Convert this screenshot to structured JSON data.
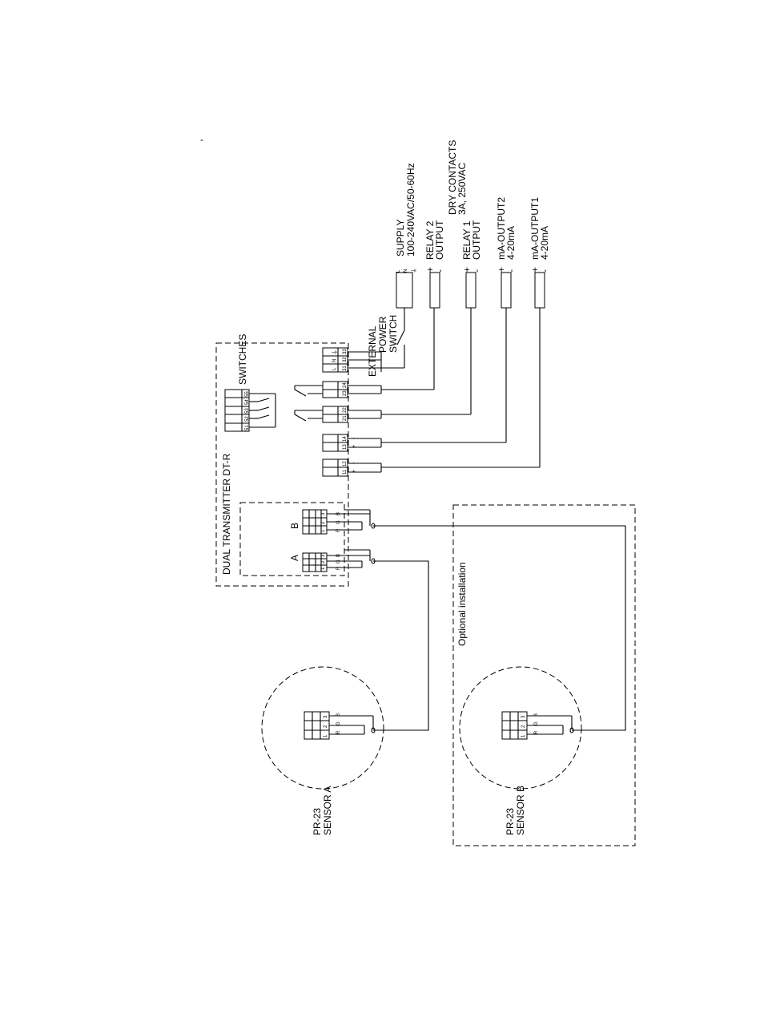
{
  "labels": {
    "dash_mark": "-",
    "transmitter": "DUAL TRANSMITTER DT-R",
    "switches": "SWITCHES",
    "input_a": "A",
    "input_b": "B",
    "optional": "Optional installation",
    "external_switch": [
      "EXTERNAL",
      "POWER",
      "SWITCH"
    ],
    "supply": [
      "SUPPLY",
      "100-240VAC/50-60Hz"
    ],
    "relay2": [
      "RELAY 2",
      "OUTPUT"
    ],
    "relay1": [
      "RELAY 1",
      "OUTPUT"
    ],
    "dry_contacts": [
      "DRY CONTACTS",
      "3A, 250VAC"
    ],
    "ma_output2": [
      "mA-OUTPUT2",
      "4-20mA"
    ],
    "ma_output1": [
      "mA-OUTPUT1",
      "4-20mA"
    ],
    "sensor_a": [
      "PR-23",
      "SENSOR  A"
    ],
    "sensor_b": [
      "PR-23",
      "SENSOR  B"
    ],
    "supply_pins": [
      "L",
      "N",
      "⏚"
    ],
    "plus": "+",
    "minus": "-"
  },
  "terminals": {
    "sensor_block": [
      "1",
      "2",
      "3"
    ],
    "sensor_wires": [
      "R",
      "G",
      "B"
    ],
    "power": [
      "31",
      "32",
      "33"
    ],
    "power_pins": [
      "L",
      "N",
      "⏚"
    ],
    "relay2": [
      "23",
      "24"
    ],
    "relay1": [
      "21",
      "22"
    ],
    "ma2": [
      "13",
      "14"
    ],
    "ma1": [
      "11",
      "12"
    ],
    "switches": [
      "51",
      "52",
      "53",
      "54",
      "55"
    ]
  }
}
